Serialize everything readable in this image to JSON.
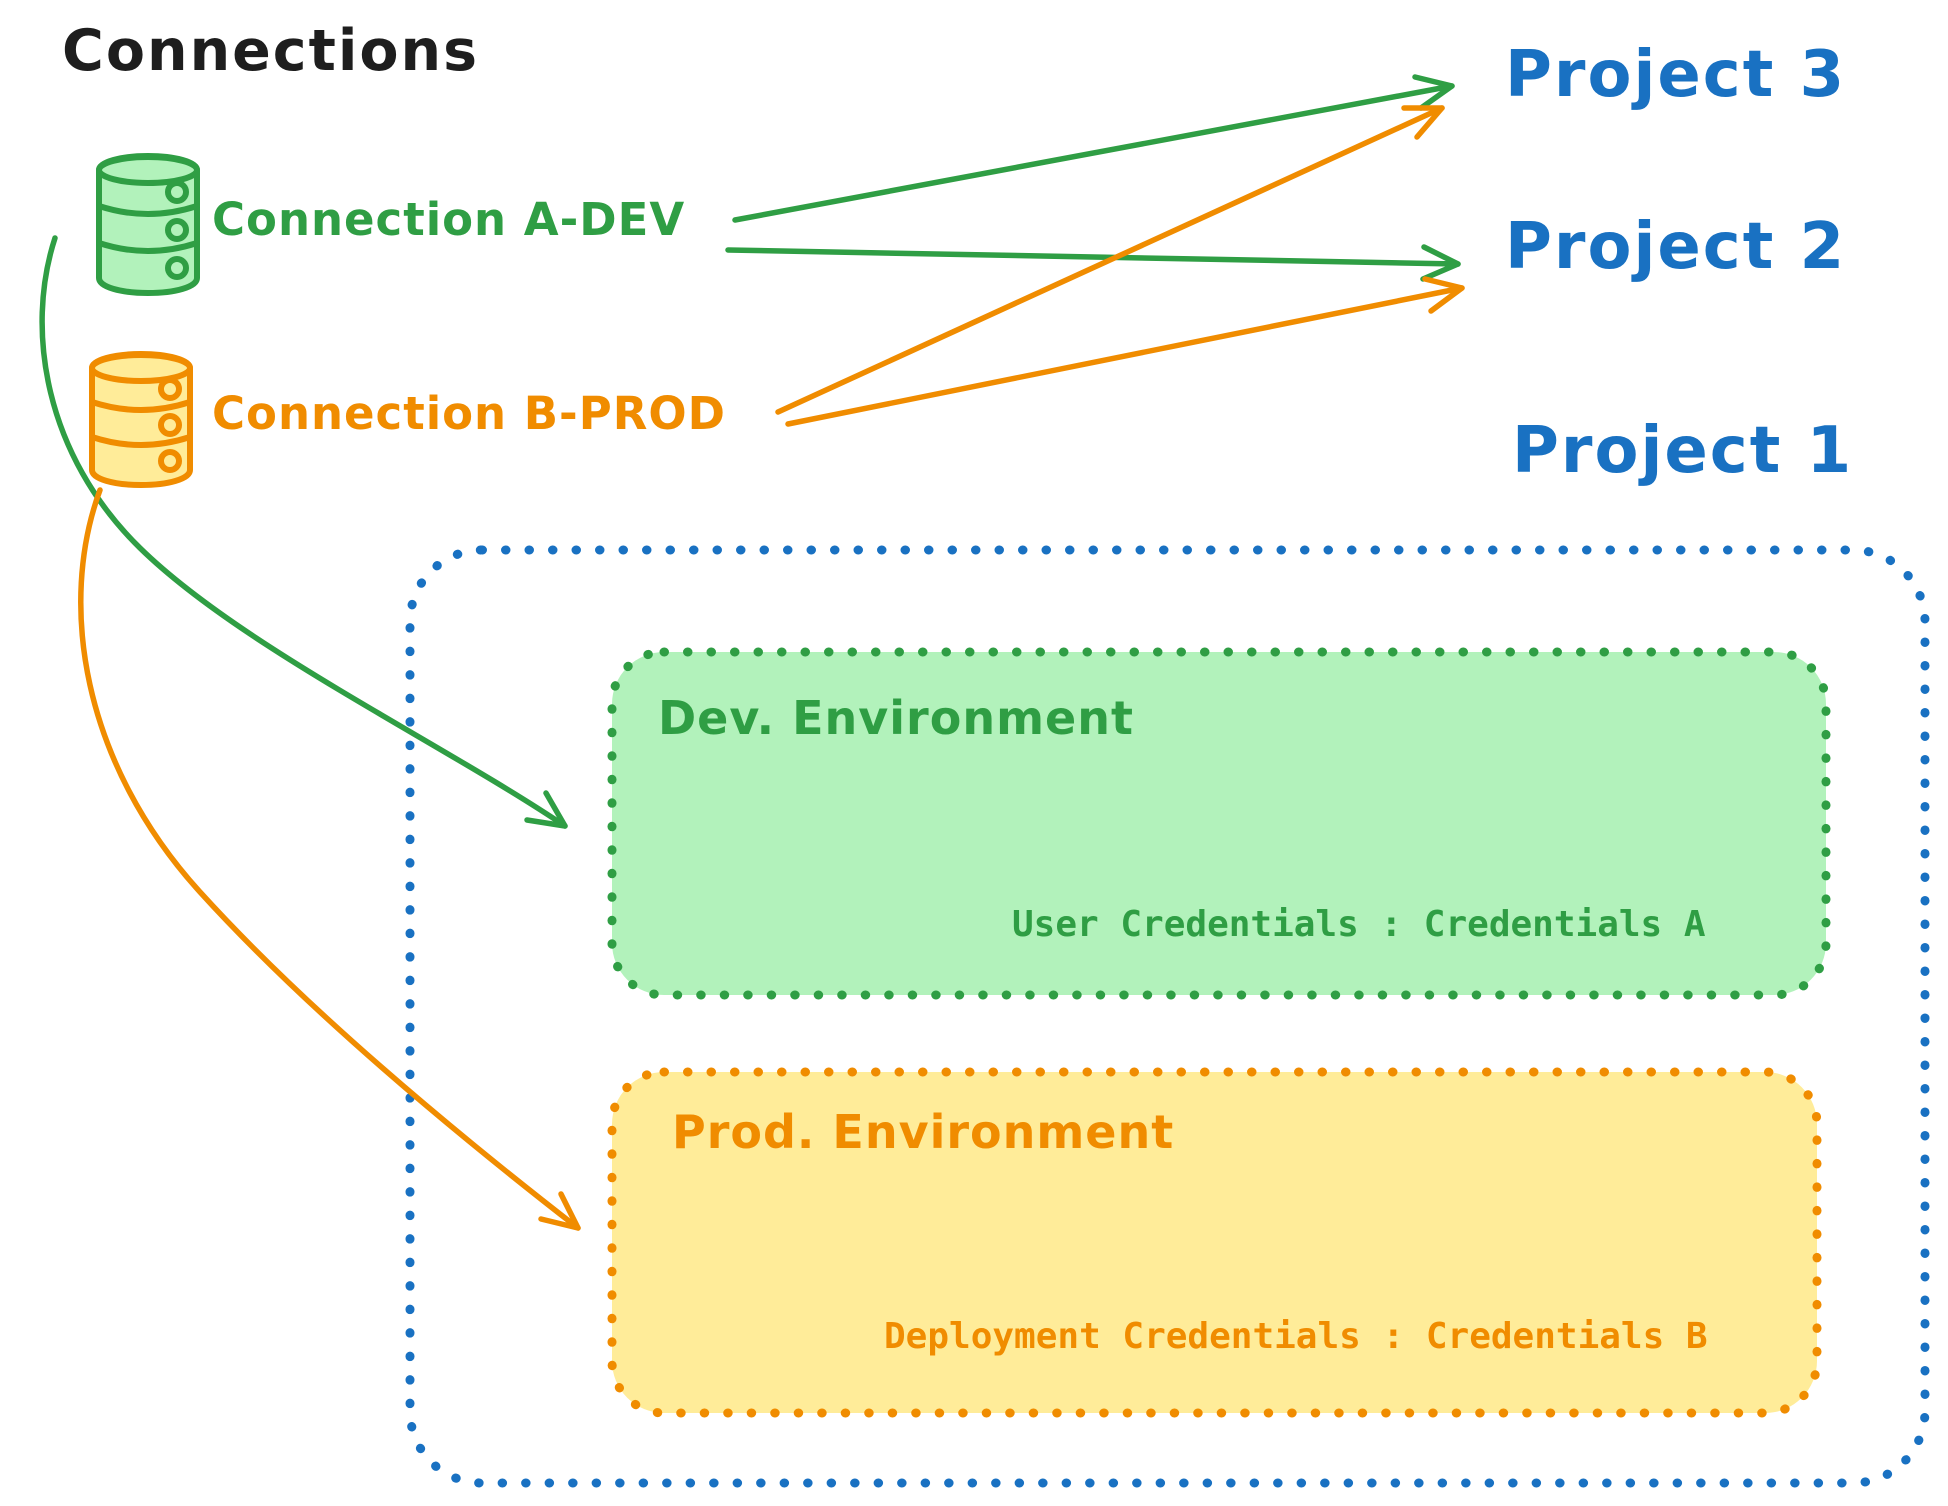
{
  "diagram_title": "Connections",
  "connections": [
    {
      "id": "a-dev",
      "label": "Connection A-DEV"
    },
    {
      "id": "b-prod",
      "label": "Connection B-PROD"
    }
  ],
  "projects": [
    {
      "label": "Project 3"
    },
    {
      "label": "Project 2"
    },
    {
      "label": "Project 1"
    }
  ],
  "environments": [
    {
      "title": "Dev. Environment",
      "credentials": "User Credentials : Credentials A"
    },
    {
      "title": "Prod. Environment",
      "credentials": "Deployment Credentials : Credentials B"
    }
  ],
  "icons": [
    {
      "name": "database-icon-green",
      "meaning": "Connection A-DEV database"
    },
    {
      "name": "database-icon-orange",
      "meaning": "Connection B-PROD database"
    }
  ],
  "colors": {
    "black": "#1e1e1e",
    "green": "#2f9e44",
    "green_fill": "#b2f2bb",
    "orange": "#f08c00",
    "orange_fill": "#ffec99",
    "blue": "#1971c2"
  }
}
